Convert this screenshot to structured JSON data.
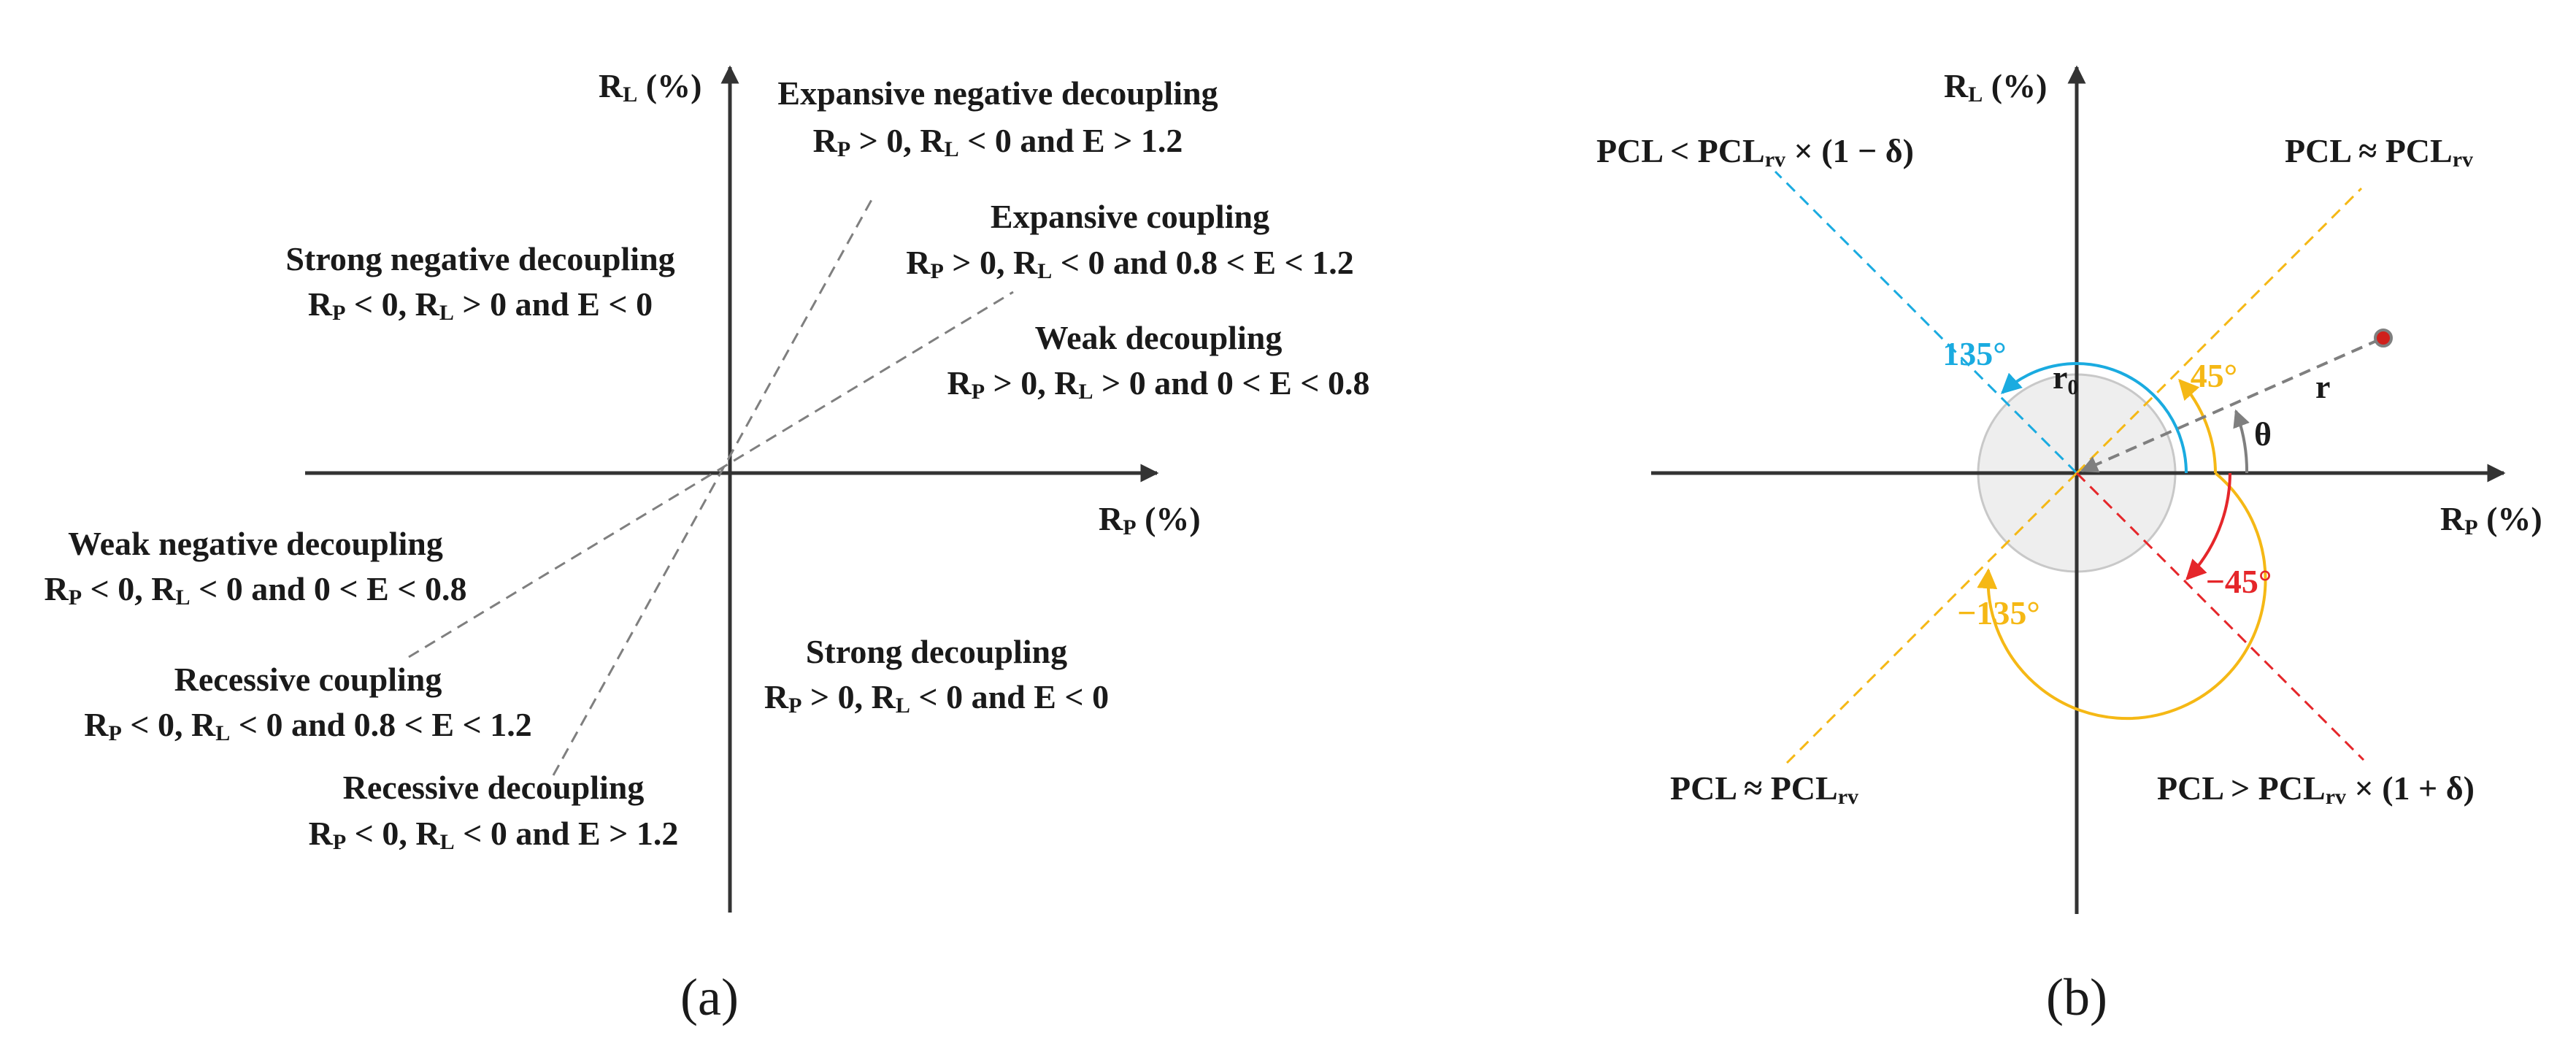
{
  "panel_a": {
    "caption": "(a)",
    "x_axis": {
      "main": "R",
      "sub": "P",
      "rest": " (%)"
    },
    "y_axis": {
      "main": "R",
      "sub": "L",
      "rest": " (%)"
    },
    "regions": [
      {
        "id": "expansive-negative-decoupling",
        "title": "Expansive negative decoupling",
        "condition": "RP > 0, RL < 0 and E > 1.2",
        "r1": "R",
        "s1": "P",
        "m1": " > 0, ",
        "r2": "R",
        "s2": "L",
        "m2": " < 0 and E > 1.2"
      },
      {
        "id": "expansive-coupling",
        "title": "Expansive coupling",
        "condition": "RP > 0, RL < 0 and 0.8 < E < 1.2",
        "r1": "R",
        "s1": "P",
        "m1": " > 0, ",
        "r2": "R",
        "s2": "L",
        "m2": " < 0 and 0.8 < E < 1.2"
      },
      {
        "id": "weak-decoupling",
        "title": "Weak decoupling",
        "condition": "RP > 0, RL > 0 and 0 < E < 0.8",
        "r1": "R",
        "s1": "P",
        "m1": " > 0, ",
        "r2": "R",
        "s2": "L",
        "m2": " > 0 and 0 < E < 0.8"
      },
      {
        "id": "strong-negative-decoupling",
        "title": "Strong negative decoupling",
        "condition": "RP < 0, RL > 0 and E < 0",
        "r1": "R",
        "s1": "P",
        "m1": " < 0, ",
        "r2": "R",
        "s2": "L",
        "m2": " > 0 and E < 0"
      },
      {
        "id": "weak-negative-decoupling",
        "title": "Weak negative decoupling",
        "condition": "RP < 0, RL < 0 and 0 < E < 0.8",
        "r1": "R",
        "s1": "P",
        "m1": " < 0, ",
        "r2": "R",
        "s2": "L",
        "m2": " < 0 and 0 < E < 0.8"
      },
      {
        "id": "recessive-coupling",
        "title": "Recessive coupling",
        "condition": "RP < 0, RL < 0 and 0.8 < E < 1.2",
        "r1": "R",
        "s1": "P",
        "m1": " < 0, ",
        "r2": "R",
        "s2": "L",
        "m2": " < 0 and 0.8 < E < 1.2"
      },
      {
        "id": "recessive-decoupling",
        "title": "Recessive decoupling",
        "condition": "RP < 0, RL < 0 and E > 1.2",
        "r1": "R",
        "s1": "P",
        "m1": " < 0, ",
        "r2": "R",
        "s2": "L",
        "m2": " < 0 and E > 1.2"
      },
      {
        "id": "strong-decoupling",
        "title": "Strong decoupling",
        "condition": "RP > 0, RL < 0 and E < 0",
        "r1": "R",
        "s1": "P",
        "m1": " > 0, ",
        "r2": "R",
        "s2": "L",
        "m2": " < 0 and E < 0"
      }
    ]
  },
  "panel_b": {
    "caption": "(b)",
    "x_axis": {
      "main": "R",
      "sub": "P",
      "rest": " (%)"
    },
    "y_axis": {
      "main": "R",
      "sub": "L",
      "rest": " (%)"
    },
    "line_labels": {
      "upper_left": {
        "a": "PCL < PCL",
        "sub": "rv",
        "b": " × (1 − δ)"
      },
      "upper_right": {
        "a": "PCL ≈ PCL",
        "sub": "rv",
        "b": ""
      },
      "lower_left": {
        "a": "PCL ≈ PCL",
        "sub": "rv",
        "b": ""
      },
      "lower_right": {
        "a": "PCL > PCL",
        "sub": "rv",
        "b": " × (1 + δ)"
      }
    },
    "angles": {
      "a135": "135°",
      "a45": "45°",
      "am45": "−45°",
      "am135": "−135°"
    },
    "radius_label": {
      "main": "r",
      "sub": "0"
    },
    "vector_label": "r",
    "theta_label": "θ",
    "colors": {
      "blue": "#1aabe0",
      "yellow": "#f5b815",
      "red": "#e5262a",
      "circle": "#eeeeee",
      "dot": "#d0201c"
    }
  }
}
